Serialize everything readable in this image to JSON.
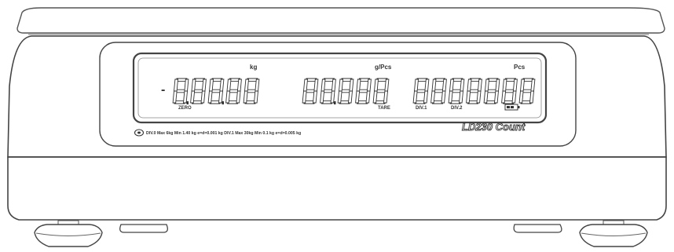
{
  "display": {
    "unit_labels": {
      "weight": "kg",
      "unit_weight": "g/Pcs",
      "count": "Pcs"
    },
    "indicators": {
      "zero": "ZERO",
      "tare": "TARE",
      "div1": "DIV.1",
      "div2": "DIV.2"
    },
    "minus_sign": "-",
    "digit_groups": {
      "weight": [
        "8",
        "8",
        "8",
        "8",
        "8"
      ],
      "unit_weight": [
        "8",
        "8",
        "8",
        "8",
        "8"
      ],
      "count": [
        "8",
        "8",
        "8",
        "8",
        "8",
        "8",
        "8"
      ]
    },
    "spec_text": "DIV.0 Max 6kg  Min 1.40 kg  e=d=0.001 kg    DIV.1 Max 30kg  Min 0.1 kg  e=d=0.005 kg",
    "model_name": "LD230 Count"
  },
  "icons": {
    "spec": "approval-mark-icon",
    "battery": "battery-icon"
  }
}
